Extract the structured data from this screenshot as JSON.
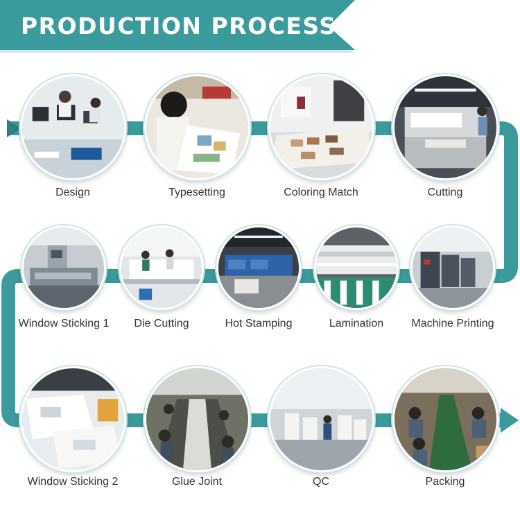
{
  "header": {
    "title": "PRODUCTION PROCESS"
  },
  "colors": {
    "teal": "#3a9a9c",
    "teal_dark": "#2c7f80",
    "banner_light": "#d3e8e9",
    "label": "#333333"
  },
  "steps": [
    {
      "label": "Design",
      "icon": "design-photo"
    },
    {
      "label": "Typesetting",
      "icon": "typesetting-photo"
    },
    {
      "label": "Coloring Match",
      "icon": "coloring-match-photo"
    },
    {
      "label": "Cutting",
      "icon": "cutting-photo"
    },
    {
      "label": "Machine Printing",
      "icon": "machine-printing-photo"
    },
    {
      "label": "Lamination",
      "icon": "lamination-photo"
    },
    {
      "label": "Hot Stamping",
      "icon": "hot-stamping-photo"
    },
    {
      "label": "Die Cutting",
      "icon": "die-cutting-photo"
    },
    {
      "label": "Window Sticking 1",
      "icon": "window-sticking-1-photo"
    },
    {
      "label": "Window Sticking 2",
      "icon": "window-sticking-2-photo"
    },
    {
      "label": "Glue Joint",
      "icon": "glue-joint-photo"
    },
    {
      "label": "QC",
      "icon": "qc-photo"
    },
    {
      "label": "Packing",
      "icon": "packing-photo"
    }
  ]
}
